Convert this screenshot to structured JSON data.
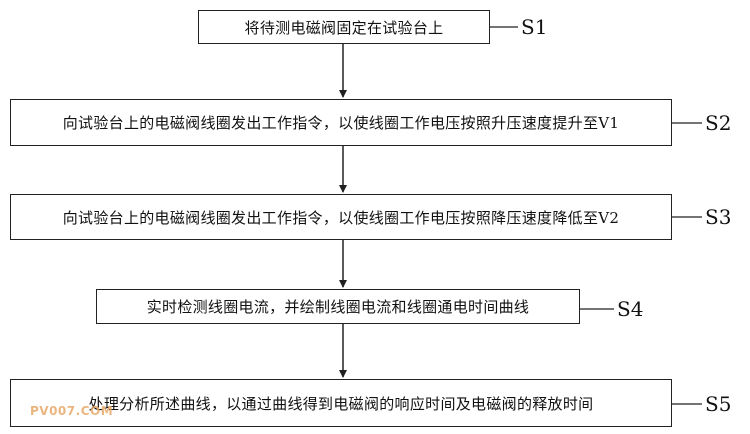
{
  "steps": [
    {
      "id": "S1",
      "text": "将待测电磁阀固定在试验台上"
    },
    {
      "id": "S2",
      "text": "向试验台上的电磁阀线圈发出工作指令，以使线圈工作电压按照升压速度提升至V1"
    },
    {
      "id": "S3",
      "text": "向试验台上的电磁阀线圈发出工作指令，以使线圈工作电压按照降压速度降低至V2"
    },
    {
      "id": "S4",
      "text": "实时检测线圈电流，并绘制线圈电流和线圈通电时间曲线"
    },
    {
      "id": "S5",
      "text": "处理分析所述曲线，以通过曲线得到电磁阀的响应时间及电磁阀的释放时间"
    }
  ],
  "watermark": "PV007.COM"
}
